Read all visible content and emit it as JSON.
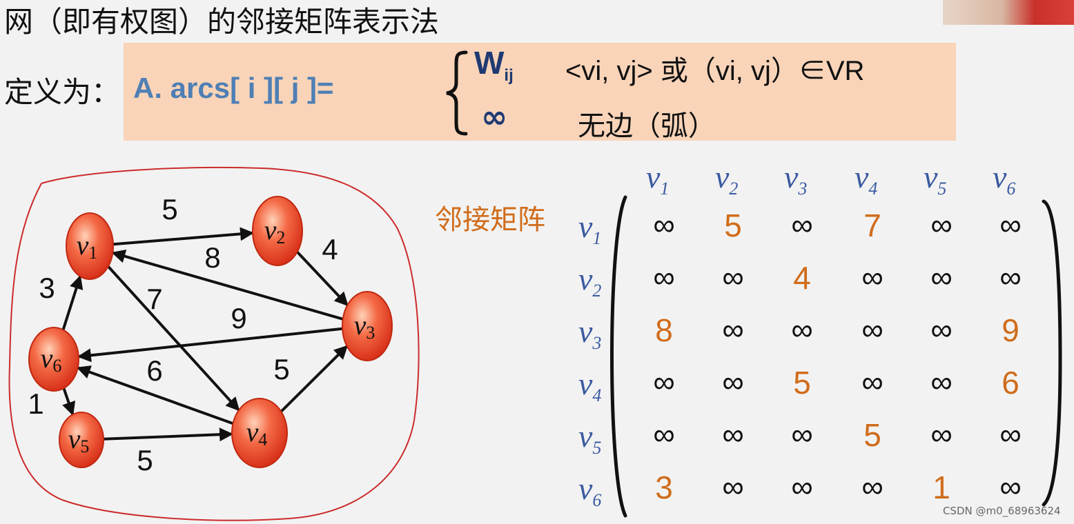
{
  "title": "网（即有权图）的邻接矩阵表示法",
  "definition": {
    "label": "定义为：",
    "formula": "A. arcs[ i ][ j ]=",
    "case1_value": "W",
    "case1_sub": "ij",
    "case1_condition": "<vi, vj> 或（vi, vj）∈VR",
    "case2_value": "∞",
    "case2_condition": "无边（弧）"
  },
  "graph": {
    "vertices": [
      {
        "id": "v1",
        "label": "v",
        "sub": "1"
      },
      {
        "id": "v2",
        "label": "v",
        "sub": "2"
      },
      {
        "id": "v3",
        "label": "v",
        "sub": "3"
      },
      {
        "id": "v4",
        "label": "v",
        "sub": "4"
      },
      {
        "id": "v5",
        "label": "v",
        "sub": "5"
      },
      {
        "id": "v6",
        "label": "v",
        "sub": "6"
      }
    ],
    "edges": [
      {
        "from": "v1",
        "to": "v2",
        "weight": "5"
      },
      {
        "from": "v2",
        "to": "v3",
        "weight": "4"
      },
      {
        "from": "v3",
        "to": "v1",
        "weight": "8"
      },
      {
        "from": "v1",
        "to": "v4",
        "weight": "7"
      },
      {
        "from": "v3",
        "to": "v6",
        "weight": "9"
      },
      {
        "from": "v4",
        "to": "v6",
        "weight": "6"
      },
      {
        "from": "v4",
        "to": "v3",
        "weight": "5"
      },
      {
        "from": "v6",
        "to": "v1",
        "weight": "3"
      },
      {
        "from": "v6",
        "to": "v5",
        "weight": "1"
      },
      {
        "from": "v5",
        "to": "v4",
        "weight": "5"
      }
    ]
  },
  "matrix": {
    "title": "邻接矩阵",
    "col_headers": [
      {
        "label": "v",
        "sub": "1"
      },
      {
        "label": "v",
        "sub": "2"
      },
      {
        "label": "v",
        "sub": "3"
      },
      {
        "label": "v",
        "sub": "4"
      },
      {
        "label": "v",
        "sub": "5"
      },
      {
        "label": "v",
        "sub": "6"
      }
    ],
    "row_headers": [
      {
        "label": "v",
        "sub": "1"
      },
      {
        "label": "v",
        "sub": "2"
      },
      {
        "label": "v",
        "sub": "3"
      },
      {
        "label": "v",
        "sub": "4"
      },
      {
        "label": "v",
        "sub": "5"
      },
      {
        "label": "v",
        "sub": "6"
      }
    ],
    "rows": [
      [
        "∞",
        "5",
        "∞",
        "7",
        "∞",
        "∞"
      ],
      [
        "∞",
        "∞",
        "4",
        "∞",
        "∞",
        "∞"
      ],
      [
        "8",
        "∞",
        "∞",
        "∞",
        "∞",
        "9"
      ],
      [
        "∞",
        "∞",
        "5",
        "∞",
        "∞",
        "6"
      ],
      [
        "∞",
        "∞",
        "∞",
        "5",
        "∞",
        "∞"
      ],
      [
        "3",
        "∞",
        "∞",
        "∞",
        "1",
        "∞"
      ]
    ]
  },
  "watermark": "CSDN @m0_68963624",
  "colors": {
    "definition_bg": "#f9d4b8",
    "formula_blue": "#4f7fb4",
    "weight_orange": "#d06c1a",
    "vertex_red": "#e8442a",
    "outline_red": "#cc2a2a",
    "label_blue": "#3a5aa0"
  }
}
